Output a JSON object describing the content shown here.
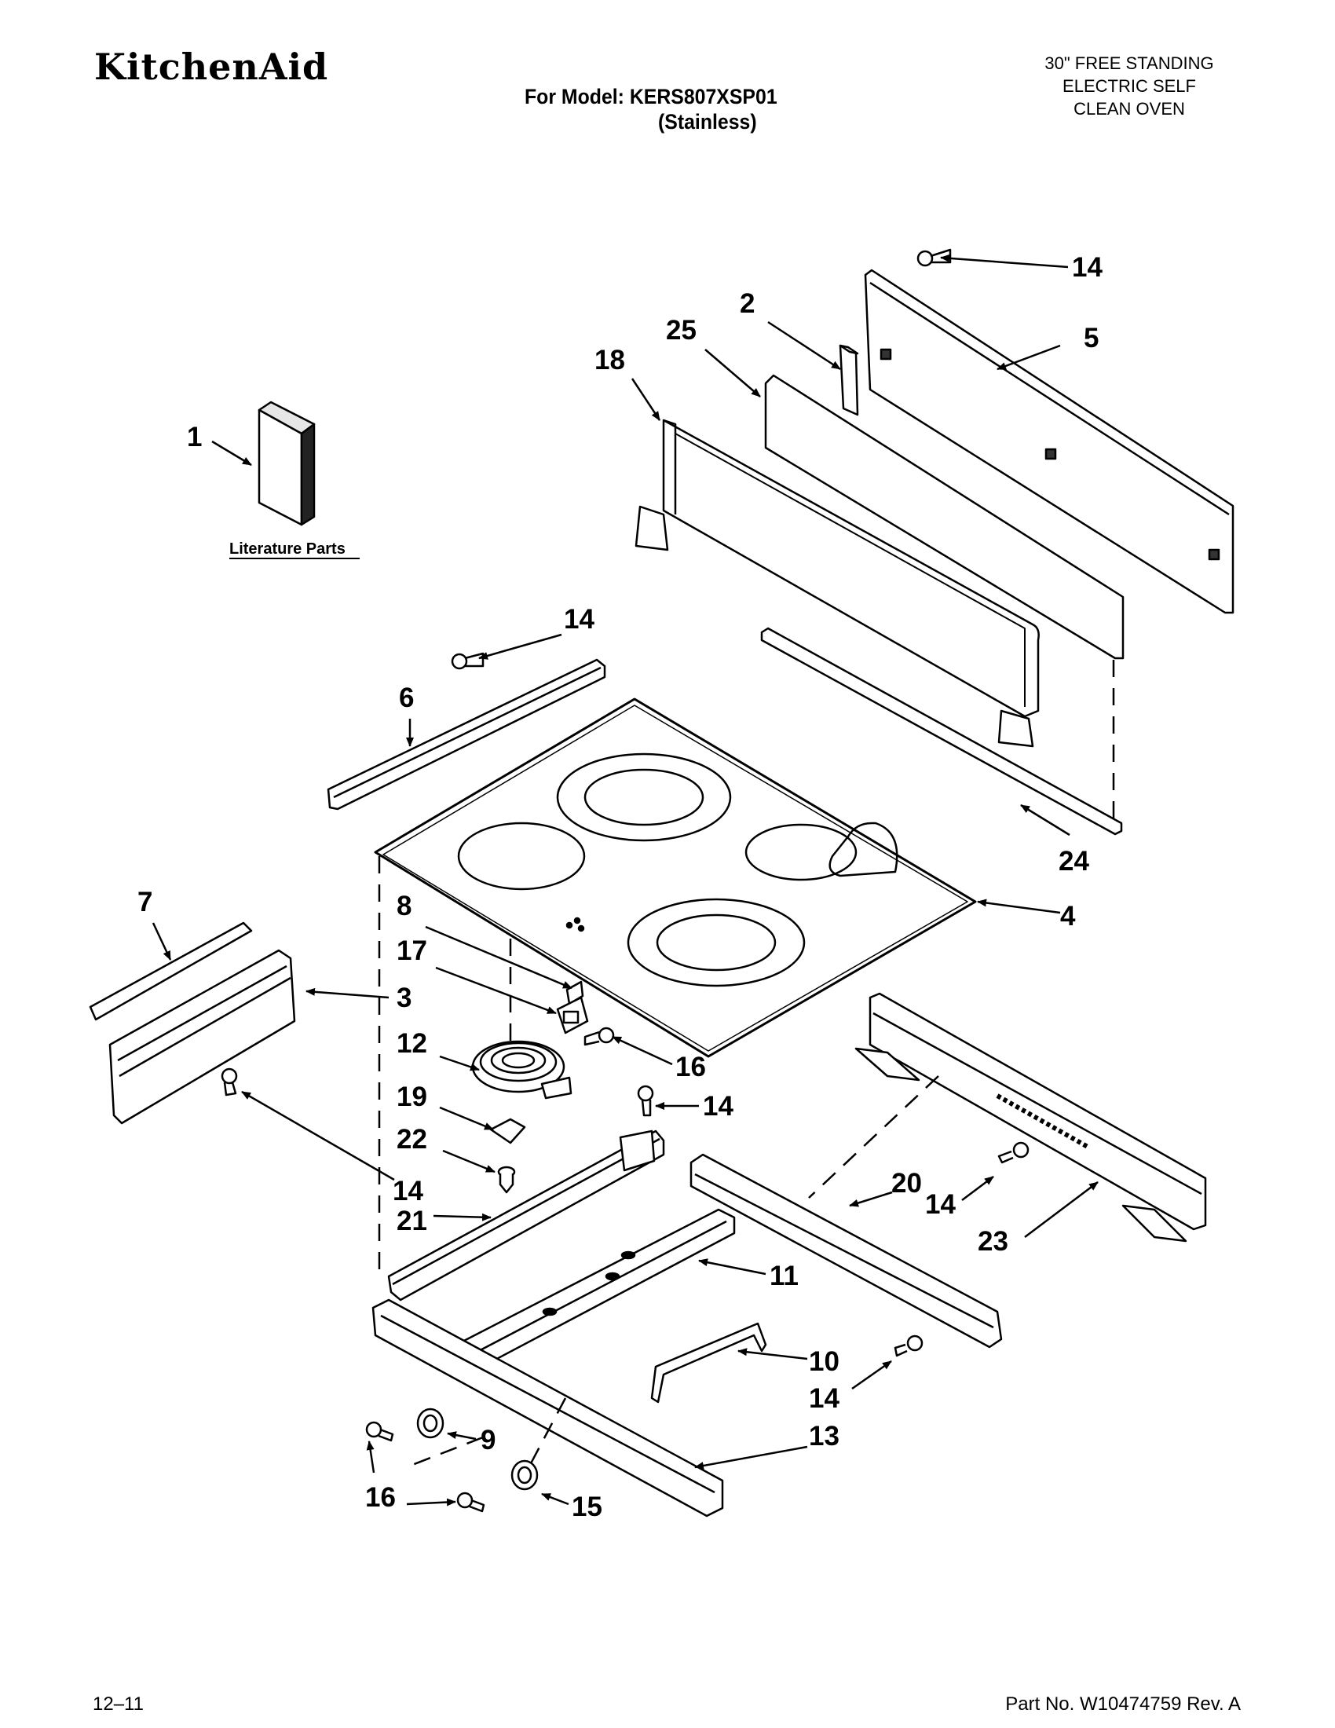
{
  "header": {
    "brand": "KitchenAid",
    "model_line": "For Model: KERS807XSP01",
    "finish_line": "(Stainless)",
    "description": [
      "30\" FREE STANDING",
      "ELECTRIC SELF",
      "CLEAN OVEN"
    ]
  },
  "diagram": {
    "literature_label": "Literature Parts",
    "callouts": {
      "c1": "1",
      "c2": "2",
      "c3": "3",
      "c4": "4",
      "c5": "5",
      "c6": "6",
      "c7": "7",
      "c8": "8",
      "c9": "9",
      "c10": "10",
      "c11": "11",
      "c12": "12",
      "c13": "13",
      "c14": "14",
      "c15": "15",
      "c16": "16",
      "c17": "17",
      "c18": "18",
      "c19": "19",
      "c20": "20",
      "c21": "21",
      "c22": "22",
      "c23": "23",
      "c24": "24",
      "c25": "25"
    }
  },
  "footer": {
    "date_code": "12–11",
    "part_number": "Part No. W10474759 Rev. A"
  }
}
